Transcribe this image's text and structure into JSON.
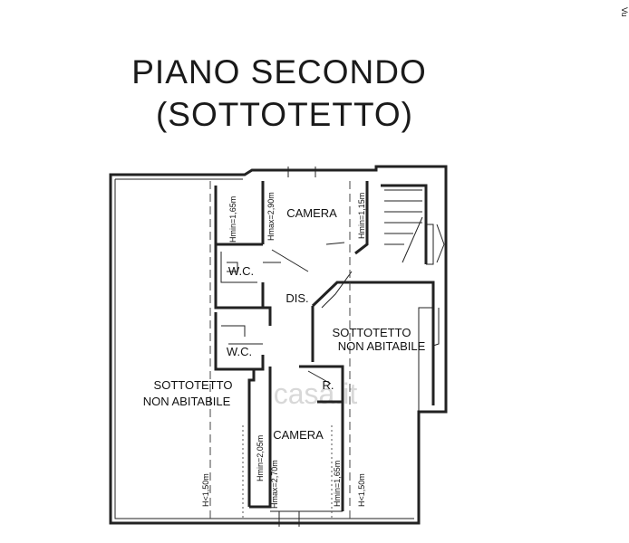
{
  "title": {
    "line1": "PIANO SECONDO",
    "line2": "(SOTTOTETTO)"
  },
  "corner_text": "Vu",
  "watermark": "casa.it",
  "rooms": {
    "camera_top": "CAMERA",
    "wc_top": "W.C.",
    "dis": "DIS.",
    "wc_bottom": "W.C.",
    "sottotetto_right_l1": "SOTTOTETTO",
    "sottotetto_right_l2": "NON ABITABILE",
    "sottotetto_left_l1": "SOTTOTETTO",
    "sottotetto_left_l2": "NON ABITABILE",
    "ripostiglio": "R.",
    "camera_bottom": "CAMERA"
  },
  "heights": {
    "h_top_left": "Hmin=1,65m",
    "h_top_mid": "Hmax=2,90m",
    "h_top_right": "Hmin=1,15m",
    "h_bot_1": "Hmin=2,05m",
    "h_bot_2": "Hmax=2,70m",
    "h_bot_3": "Hmin=1,65m",
    "h_left": "H<1,50m",
    "h_right": "H<1,50m"
  }
}
